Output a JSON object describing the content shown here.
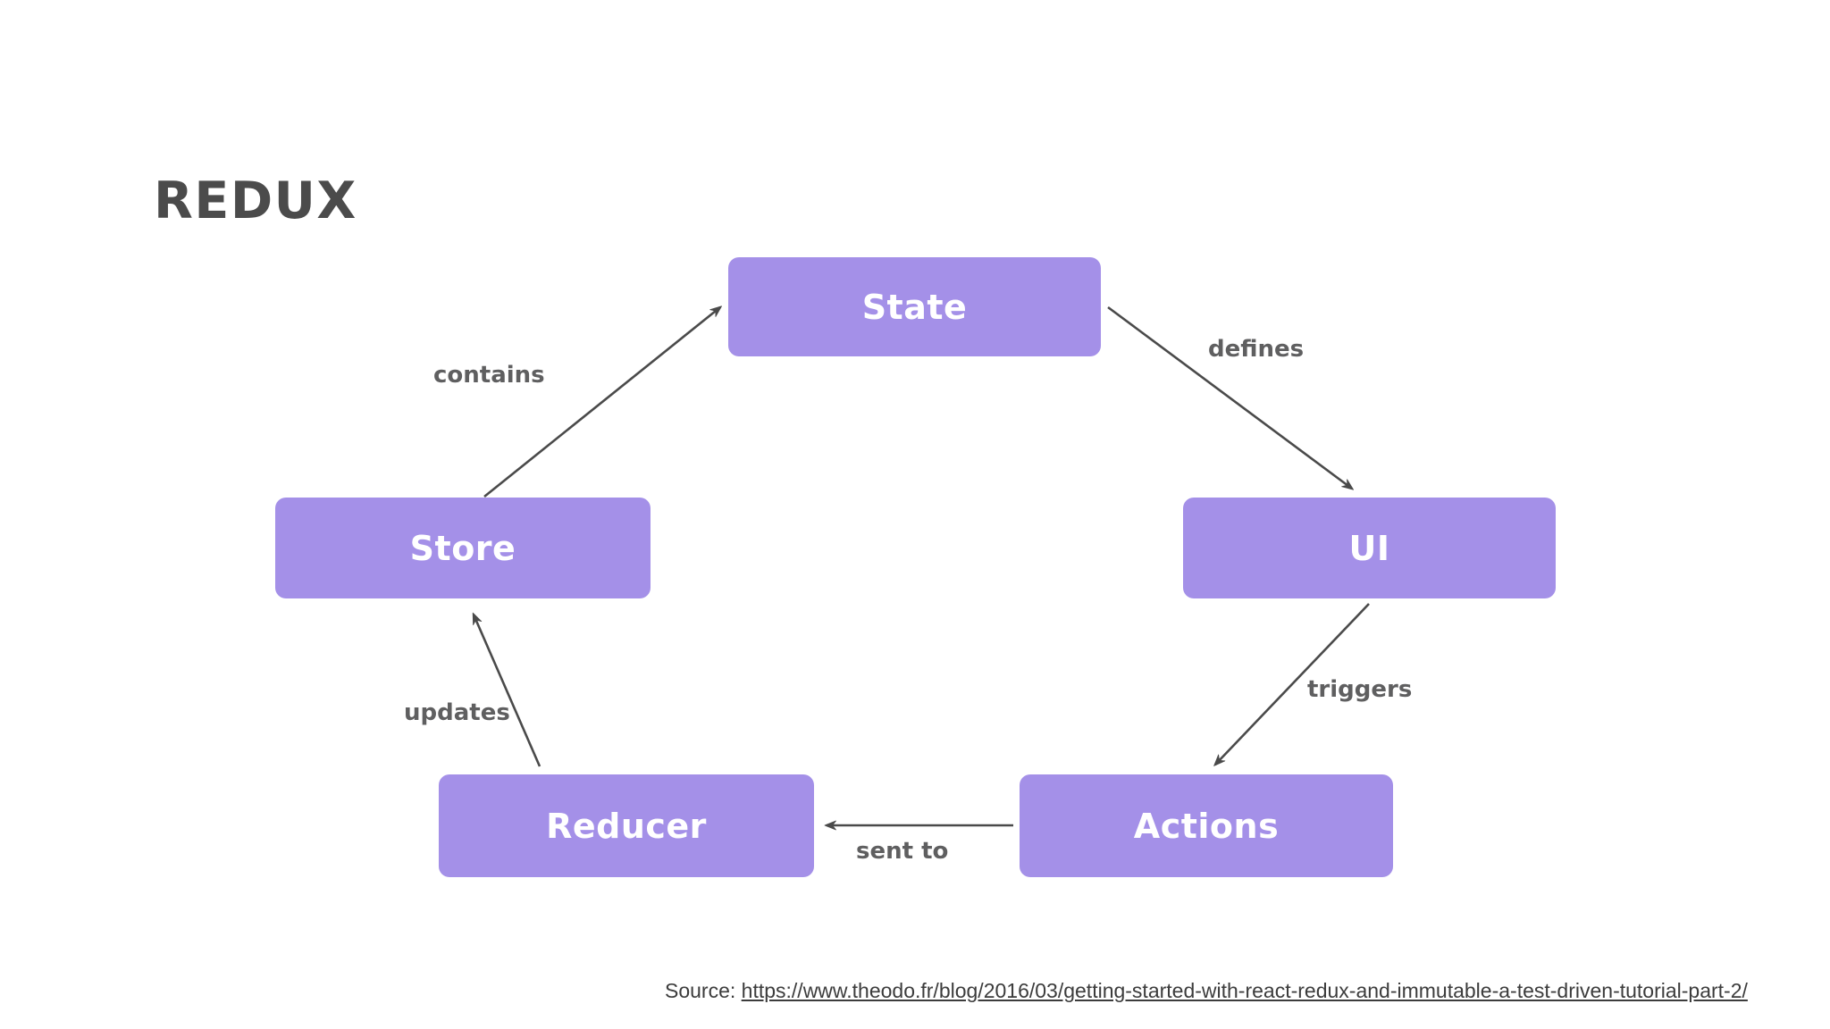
{
  "slide": {
    "title": "REDUX",
    "background_color": "#ffffff",
    "title_color": "#4b4b4b",
    "node_color": "#a490e8",
    "node_text_color": "#ffffff",
    "edge_color": "#4a4a4a",
    "label_color": "#5f5f60"
  },
  "diagram": {
    "type": "cycle-flow",
    "nodes": [
      {
        "id": "state",
        "label": "State"
      },
      {
        "id": "store",
        "label": "Store"
      },
      {
        "id": "ui",
        "label": "UI"
      },
      {
        "id": "reducer",
        "label": "Reducer"
      },
      {
        "id": "actions",
        "label": "Actions"
      }
    ],
    "edges": [
      {
        "from": "store",
        "to": "state",
        "label": "contains"
      },
      {
        "from": "state",
        "to": "ui",
        "label": "defines"
      },
      {
        "from": "ui",
        "to": "actions",
        "label": "triggers"
      },
      {
        "from": "actions",
        "to": "reducer",
        "label": "sent to"
      },
      {
        "from": "reducer",
        "to": "store",
        "label": "updates"
      }
    ]
  },
  "footer": {
    "prefix": "Source: ",
    "url": "https://www.theodo.fr/blog/2016/03/getting-started-with-react-redux-and-immutable-a-test-driven-tutorial-part-2/"
  }
}
